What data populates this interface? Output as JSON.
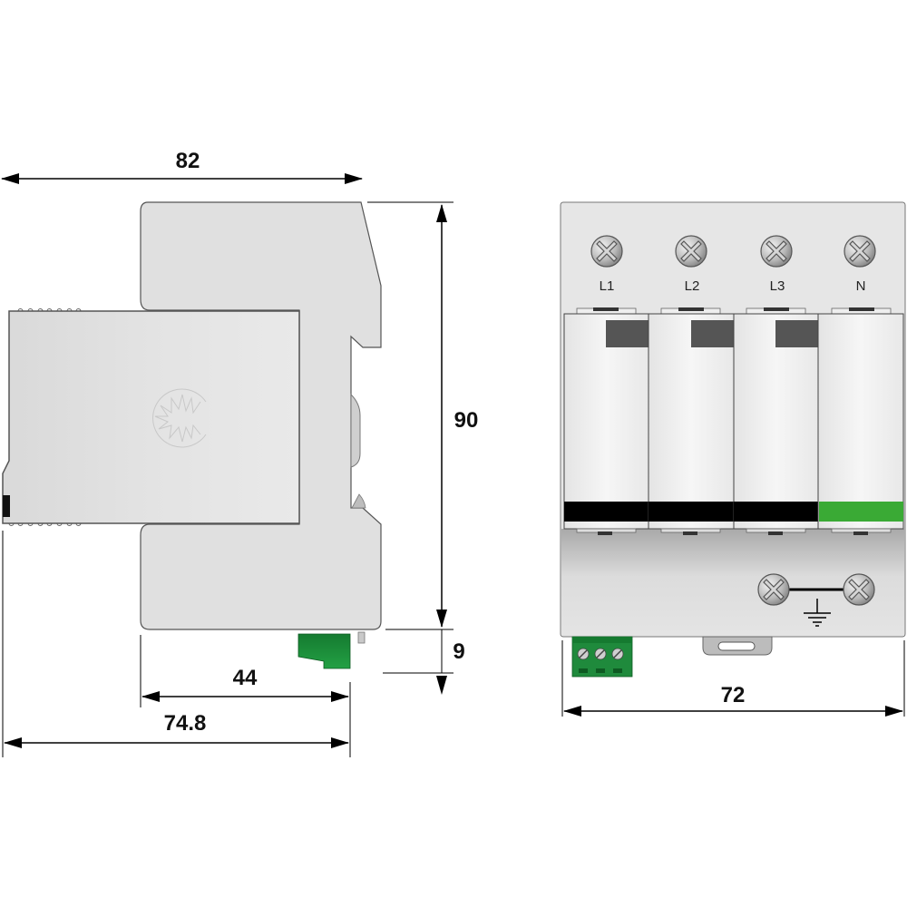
{
  "side_view": {
    "dimensions": {
      "total_depth": "82",
      "height": "90",
      "terminal_height": "9",
      "body_depth": "44",
      "rail_to_front": "74.8"
    },
    "logo_icon": "spark-in-c-logo"
  },
  "front_view": {
    "dimensions": {
      "width": "72"
    },
    "terminals": [
      {
        "label": "L1",
        "indicator_color": "#555555",
        "band_color": "#000000"
      },
      {
        "label": "L2",
        "indicator_color": "#555555",
        "band_color": "#000000"
      },
      {
        "label": "L3",
        "indicator_color": "#555555",
        "band_color": "#000000"
      },
      {
        "label": "N",
        "indicator_color": null,
        "band_color": "#3aaa35"
      }
    ],
    "ground_symbol": "earth-ground",
    "remote_contact_terminal_count": 3
  },
  "colors": {
    "housing": "#e0e0e0",
    "outline": "#555555",
    "terminal_green": "#1f8a3c",
    "band_black": "#000000",
    "band_green": "#3aaa35"
  }
}
